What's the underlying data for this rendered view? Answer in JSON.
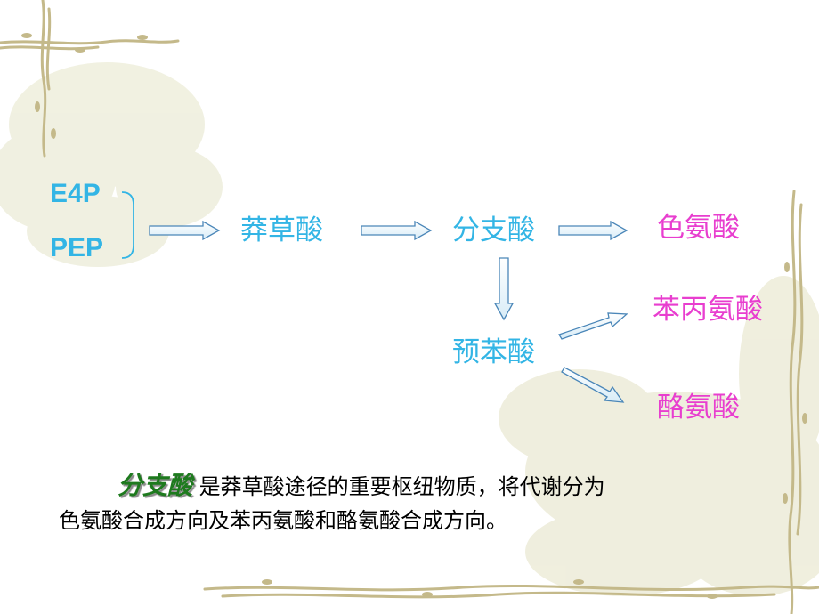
{
  "colors": {
    "blue": "#33b5e5",
    "magenta": "#e83ecf",
    "green": "#1e7a1e",
    "text": "#000000"
  },
  "diagram": {
    "sources": [
      "E4P",
      "PEP"
    ],
    "shikimic": "莽草酸",
    "chorismic": "分支酸",
    "tryptophan": "色氨酸",
    "prephenic": "预苯酸",
    "phenylalanine": "苯丙氨酸",
    "tyrosine": "酪氨酸"
  },
  "caption": {
    "emphasis": "分支酸",
    "line1": "是莽草酸途径的重要枢纽物质，将代谢分为",
    "line2": "色氨酸合成方向及苯丙氨酸和酪氨酸合成方向。"
  }
}
